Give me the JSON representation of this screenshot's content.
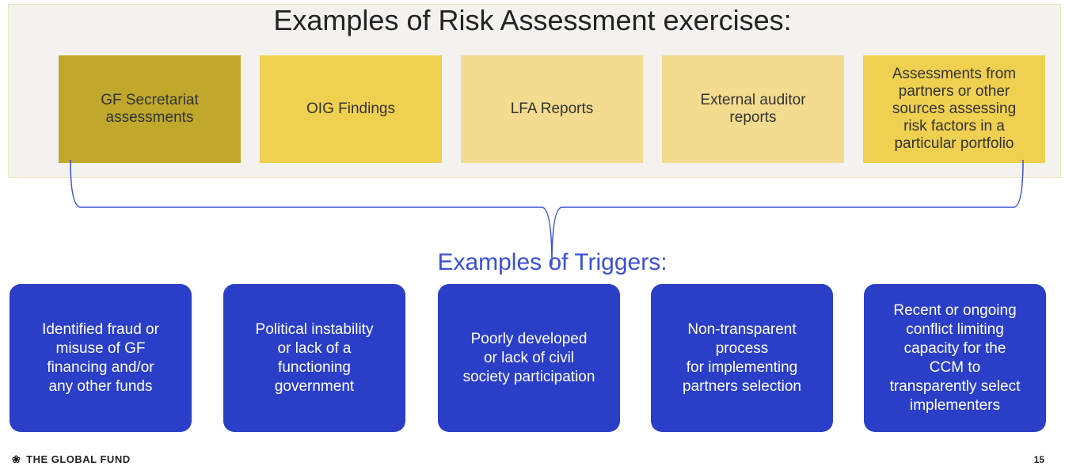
{
  "title": "Examples of Risk Assessment exercises:",
  "assessments": [
    {
      "label": "GF Secretariat\nassessments",
      "color": "#bfa82c"
    },
    {
      "label": "OIG Findings",
      "color": "#efd050"
    },
    {
      "label": "LFA Reports",
      "color": "#f3dc8f"
    },
    {
      "label": "External auditor\nreports",
      "color": "#f3dc8f"
    },
    {
      "label": "Assessments from\npartners or other\nsources assessing\nrisk factors in a\nparticular portfolio",
      "color": "#efd050"
    }
  ],
  "triggers_title": "Examples of Triggers:",
  "triggers": [
    {
      "label": "Identified fraud or\nmisuse of GF\nfinancing and/or\nany other funds"
    },
    {
      "label": "Political instability\nor lack of a\nfunctioning\ngovernment"
    },
    {
      "label": "Poorly developed\nor lack of civil\nsociety participation"
    },
    {
      "label": "Non-transparent\nprocess\nfor  implementing\npartners selection"
    },
    {
      "label": "Recent or ongoing\nconflict limiting\ncapacity for the\nCCM to\ntransparently select\nimplementers"
    }
  ],
  "trigger_color": "#2a3ec8",
  "bracket_color": "#3b4fd6",
  "footer": {
    "logo_text": "THE GLOBAL FUND",
    "page_number": "15"
  }
}
